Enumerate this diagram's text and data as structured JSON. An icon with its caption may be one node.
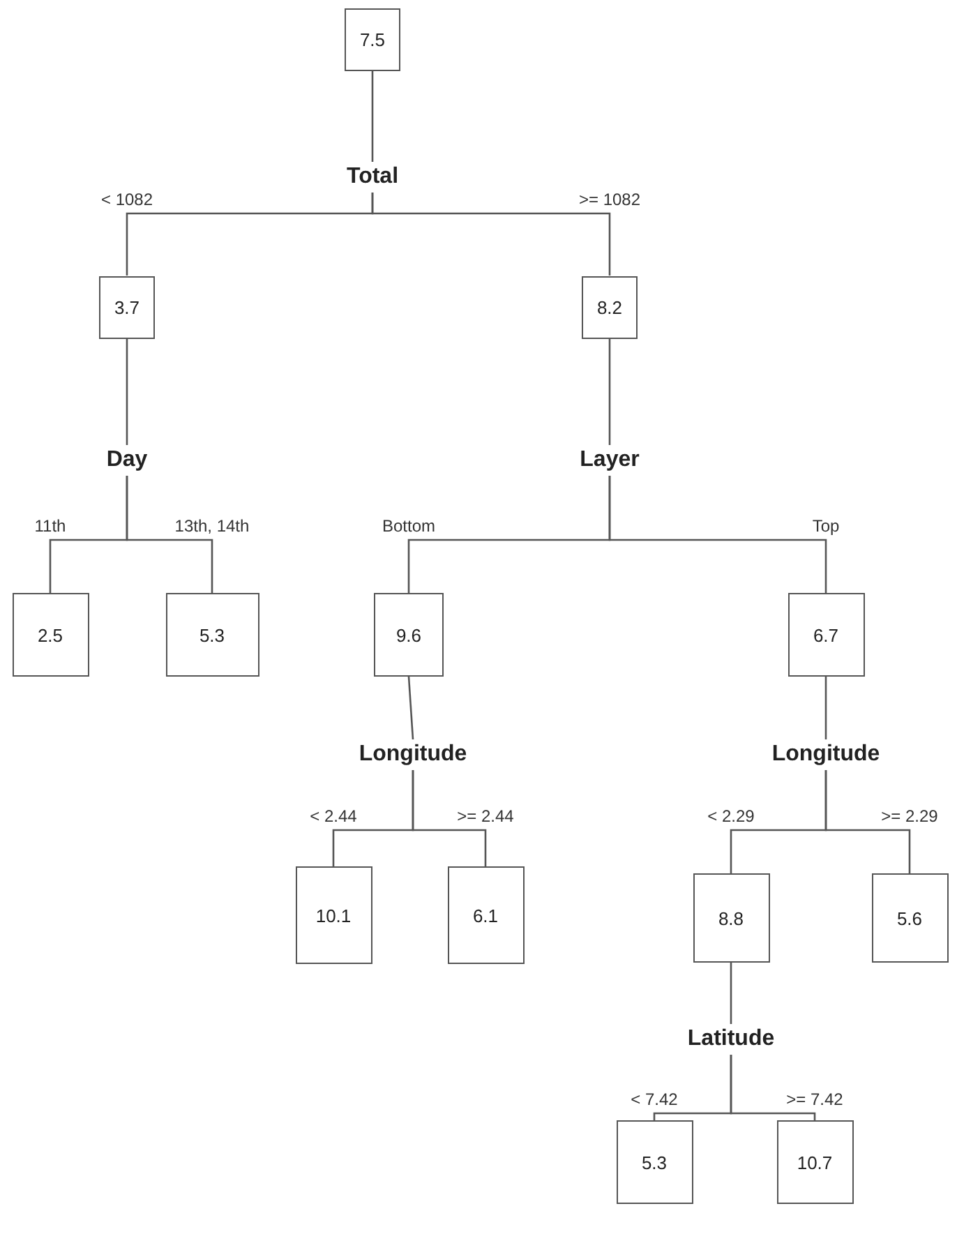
{
  "diagram": {
    "nodes": [
      {
        "text": [
          "7.5"
        ]
      },
      {
        "text": [
          "Total"
        ]
      },
      {
        "text": [
          "3.7"
        ]
      },
      {
        "text": [
          "8.2"
        ]
      },
      {
        "text": [
          "Day"
        ]
      },
      {
        "text": [
          "Layer"
        ]
      },
      {
        "text": [
          "2.5"
        ]
      },
      {
        "text": [
          "5.3"
        ]
      },
      {
        "text": [
          "9.6"
        ]
      },
      {
        "text": [
          "6.7"
        ]
      },
      {
        "text": [
          "Longitude"
        ]
      },
      {
        "text": [
          "Longitude"
        ]
      },
      {
        "text": [
          "10.1"
        ]
      },
      {
        "text": [
          "6.1"
        ]
      },
      {
        "text": [
          "8.8"
        ]
      },
      {
        "text": [
          "5.6"
        ]
      },
      {
        "text": [
          "Latitude"
        ]
      },
      {
        "text": [
          "5.3"
        ]
      },
      {
        "text": [
          "10.7"
        ]
      }
    ],
    "edges": [
      {
        "from": 0,
        "to": 1,
        "arrow": "none"
      },
      {
        "from": 1,
        "to": 2,
        "arrow": "none",
        "label": "< 1082"
      },
      {
        "from": 1,
        "to": 3,
        "arrow": "none",
        "label": ">= 1082"
      },
      {
        "from": 2,
        "to": 4,
        "arrow": "none"
      },
      {
        "from": 3,
        "to": 5,
        "arrow": "none"
      },
      {
        "from": 4,
        "to": 6,
        "arrow": "none",
        "label": "11th"
      },
      {
        "from": 4,
        "to": 7,
        "arrow": "none",
        "label": "13th, 14th"
      },
      {
        "from": 5,
        "to": 8,
        "arrow": "none",
        "label": "Bottom"
      },
      {
        "from": 5,
        "to": 9,
        "arrow": "none",
        "label": "Top"
      },
      {
        "from": 8,
        "to": 10,
        "arrow": "none"
      },
      {
        "from": 9,
        "to": 11,
        "arrow": "none"
      },
      {
        "from": 10,
        "to": 12,
        "arrow": "none",
        "label": "< 2.44"
      },
      {
        "from": 10,
        "to": 13,
        "arrow": "none",
        "label": ">= 2.44"
      },
      {
        "from": 11,
        "to": 14,
        "arrow": "none",
        "label": "< 2.29"
      },
      {
        "from": 11,
        "to": 15,
        "arrow": "none",
        "label": ">= 2.29"
      },
      {
        "from": 14,
        "to": 16,
        "arrow": "none"
      },
      {
        "from": 16,
        "to": 17,
        "arrow": "none",
        "label": "< 7.42"
      },
      {
        "from": 16,
        "to": 18,
        "arrow": "none",
        "label": ">= 7.42"
      }
    ]
  }
}
